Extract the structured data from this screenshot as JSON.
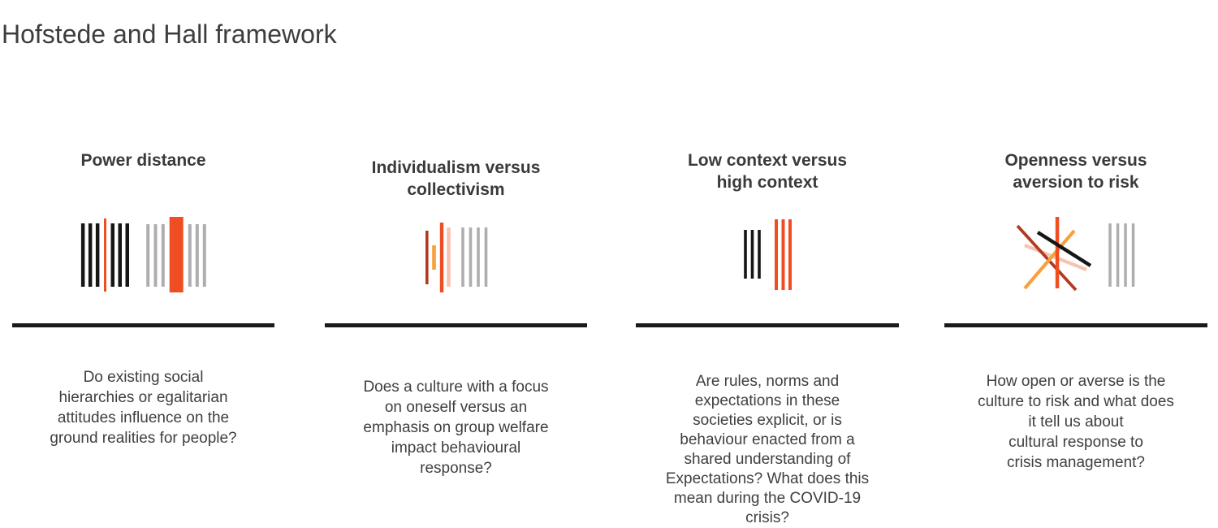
{
  "title": "Hofstede and Hall framework",
  "palette": {
    "black": "#161616",
    "divider": "#1b1b1b",
    "orange": "#ef4e23",
    "brick": "#b23a21",
    "amber": "#f7a03d",
    "salmon": "#f8c3b1",
    "gray": "#aeaeae",
    "text_dark": "#3a3a3a"
  },
  "columns": [
    {
      "heading": "Power distance",
      "icon": "power-distance-bars-icon",
      "description": "Do existing social\nhierarchies or egalitarian\nattitudes influence on the\nground realities for people?"
    },
    {
      "heading": "Individualism versus\ncollectivism",
      "icon": "individualism-collectivism-bars-icon",
      "description": "Does a culture with a focus\non oneself versus an\nemphasis on group welfare\nimpact behavioural\nresponse?"
    },
    {
      "heading": "Low context versus\nhigh context",
      "icon": "low-high-context-bars-icon",
      "description": "Are rules, norms and\nexpectations in these\nsocieties explicit, or is\nbehaviour enacted from a\nshared understanding of\nExpectations? What does this\nmean during the COVID-19\ncrisis?"
    },
    {
      "heading": "Openness versus\naversion to risk",
      "icon": "risk-crossed-lines-icon",
      "description": "How open or averse is the\nculture to risk and what does\nit tell us about\ncultural response to\ncrisis management?"
    }
  ]
}
